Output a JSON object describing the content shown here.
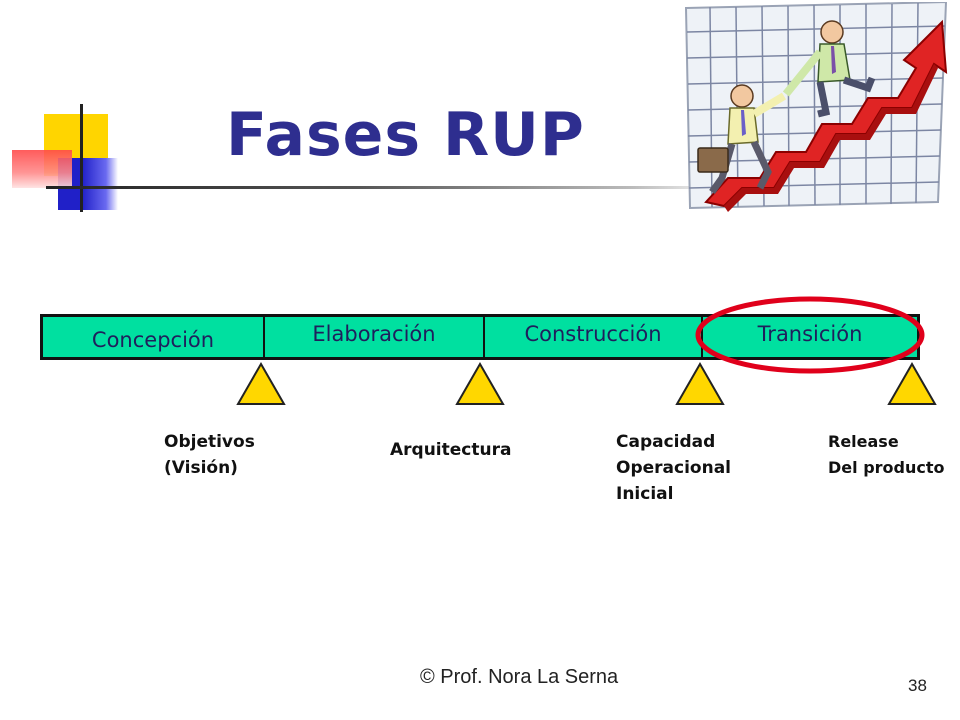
{
  "slide": {
    "title": "Fases RUP",
    "footer": "© Prof. Nora La Serna",
    "page_number": "38"
  },
  "phases": [
    {
      "label": "Concepción"
    },
    {
      "label": "Elaboración"
    },
    {
      "label": "Construcción"
    },
    {
      "label": "Transición",
      "highlighted": true
    }
  ],
  "milestones": [
    {
      "lines": [
        "Objetivos",
        "(Visión)"
      ]
    },
    {
      "lines": [
        "Arquitectura"
      ]
    },
    {
      "lines": [
        "Capacidad",
        "Operacional",
        "Inicial"
      ]
    },
    {
      "lines": [
        "Release",
        "Del producto"
      ]
    }
  ],
  "colors": {
    "title": "#2e2e8f",
    "phase_fill": "#00e0a0",
    "milestone_fill": "#ffd700",
    "highlight_ring": "#e0001b"
  },
  "icons": {
    "clipart": "business-growth-clipart-icon",
    "milestone": "triangle-milestone-icon"
  }
}
